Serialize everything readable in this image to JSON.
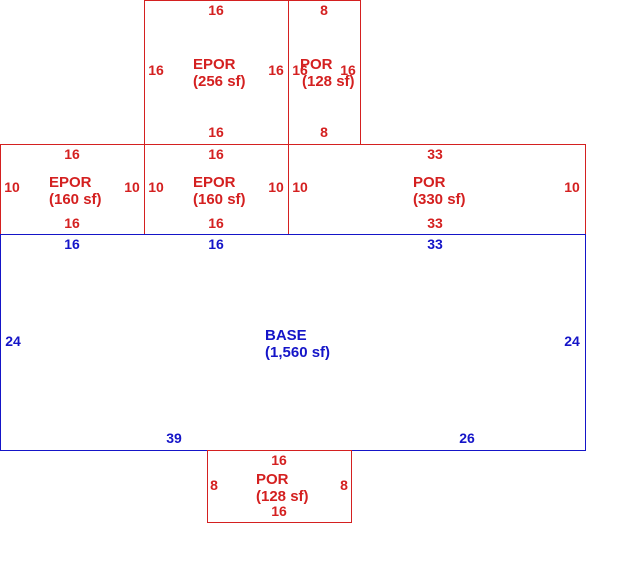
{
  "colors": {
    "porch": "#d42020",
    "base": "#1515c8",
    "background": "#ffffff"
  },
  "areas": [
    {
      "id": "epor_top",
      "kind": "porch",
      "name": "EPOR",
      "area": "(256 sf)",
      "dims": {
        "top": "16",
        "bottom": "16",
        "left": "16",
        "right": "16"
      }
    },
    {
      "id": "por_top",
      "kind": "porch",
      "name": "POR",
      "area": "(128 sf)",
      "dims": {
        "top": "8",
        "bottom": "8",
        "left": "16",
        "right": "16"
      }
    },
    {
      "id": "epor_left",
      "kind": "porch",
      "name": "EPOR",
      "area": "(160 sf)",
      "dims": {
        "top": "16",
        "bottom": "16",
        "left": "10",
        "right": "10"
      }
    },
    {
      "id": "epor_mid",
      "kind": "porch",
      "name": "EPOR",
      "area": "(160 sf)",
      "dims": {
        "top": "16",
        "bottom": "16",
        "left": "10",
        "right": "10"
      }
    },
    {
      "id": "por_right",
      "kind": "porch",
      "name": "POR",
      "area": "(330 sf)",
      "dims": {
        "top": "33",
        "bottom": "33",
        "left": "10",
        "right": "10"
      }
    },
    {
      "id": "base",
      "kind": "base",
      "name": "BASE",
      "area": "(1,560 sf)",
      "dims": {
        "top_a": "16",
        "top_b": "16",
        "top_c": "33",
        "left": "24",
        "right": "24",
        "bottom_a": "39",
        "bottom_b": "26"
      }
    },
    {
      "id": "por_bottom",
      "kind": "porch",
      "name": "POR",
      "area": "(128 sf)",
      "dims": {
        "top": "16",
        "bottom": "16",
        "left": "8",
        "right": "8"
      }
    }
  ]
}
